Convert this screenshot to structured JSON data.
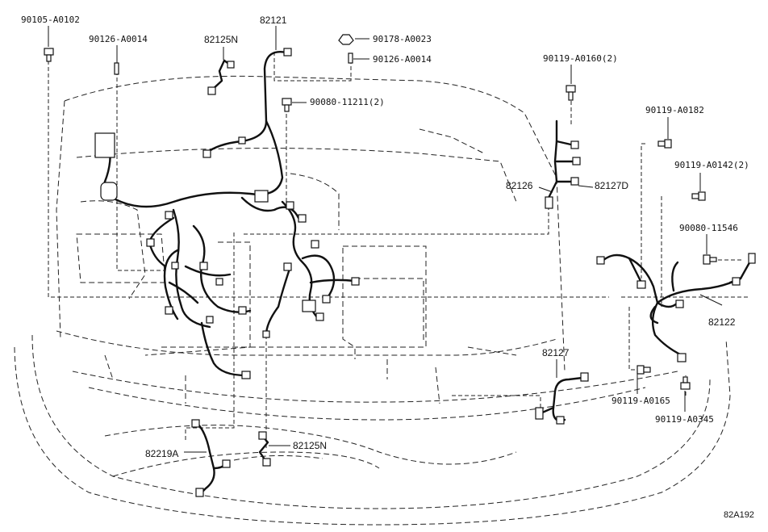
{
  "diagram_ref": "82A192",
  "labels": {
    "l_90105_A0102": "90105-A0102",
    "l_90126_A0014_a": "90126-A0014",
    "l_82125N_top": "82125N",
    "l_82121": "82121",
    "l_90178_A0023": "90178-A0023",
    "l_90126_A0014_b": "90126-A0014",
    "l_90080_11211": "90080-11211(2)",
    "l_90119_A0160": "90119-A0160(2)",
    "l_90119_A0182": "90119-A0182",
    "l_90119_A0142": "90119-A0142(2)",
    "l_82126": "82126",
    "l_82127D": "82127D",
    "l_90080_11546": "90080-11546",
    "l_82122": "82122",
    "l_82127": "82127",
    "l_90119_A0165": "90119-A0165",
    "l_90119_A0345": "90119-A0345",
    "l_82219A": "82219A",
    "l_82125N_bottom": "82125N"
  }
}
